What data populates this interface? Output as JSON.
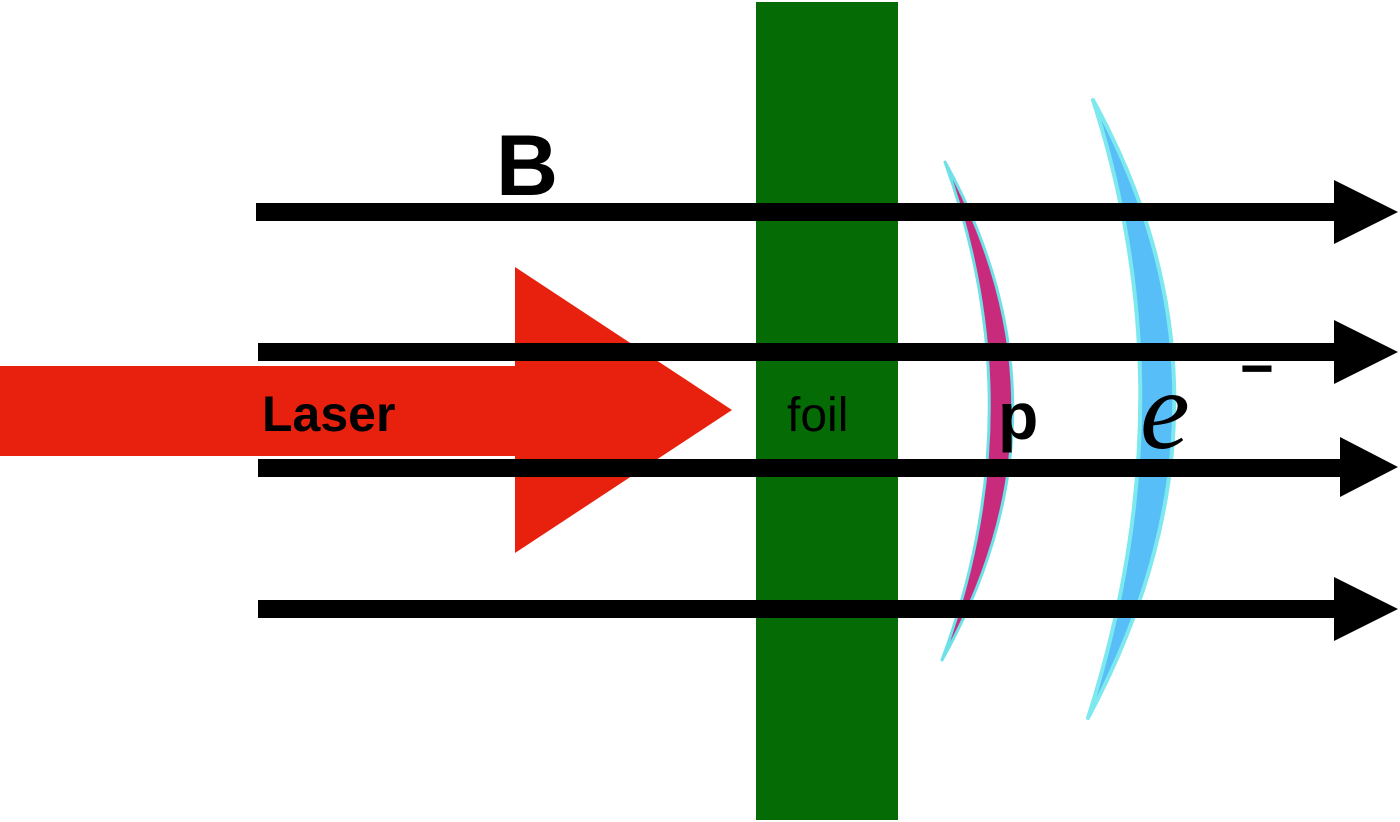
{
  "labels": {
    "field": "B",
    "laser": "Laser",
    "foil": "foil",
    "proton": "p",
    "electron": "e",
    "electron_charge": "−"
  },
  "colors": {
    "laser": "#e8210e",
    "foil": "#056b05",
    "proton": "#c92b7c",
    "proton_edge": "#6ee0e8",
    "electron": "#58bef8",
    "electron_edge": "#7de8ee",
    "field_line": "#000000"
  },
  "icons": {
    "field_line": "arrow-right-icon"
  }
}
